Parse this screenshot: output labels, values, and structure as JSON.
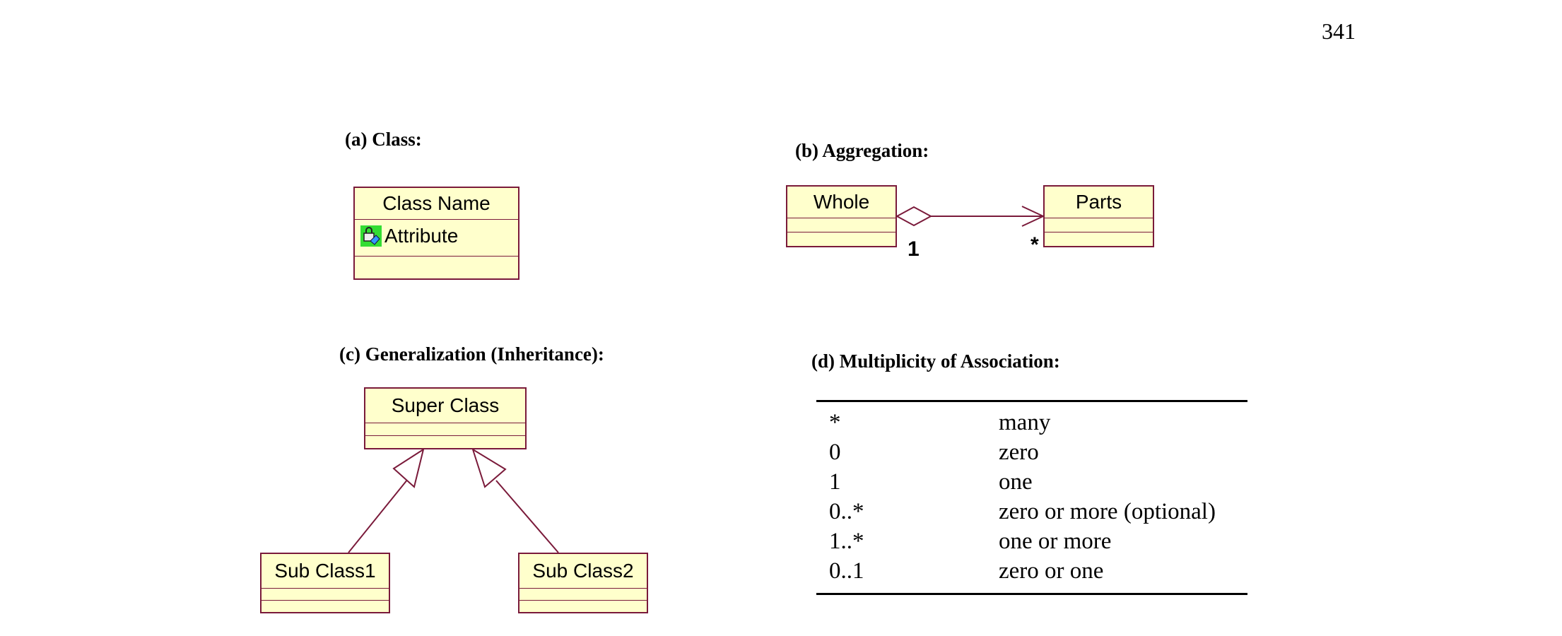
{
  "page_number": "341",
  "sections": {
    "class": {
      "title": "(a) Class:",
      "class_name": "Class Name",
      "attribute": "Attribute",
      "attribute_icon": "private-attribute-lock-icon"
    },
    "aggregation": {
      "title": "(b) Aggregation:",
      "whole": "Whole",
      "parts": "Parts",
      "whole_multiplicity": "1",
      "parts_multiplicity": "*"
    },
    "generalization": {
      "title": "(c) Generalization (Inheritance):",
      "super_class": "Super Class",
      "sub_class_1": "Sub Class1",
      "sub_class_2": "Sub Class2"
    },
    "multiplicity": {
      "title": "(d) Multiplicity of Association:",
      "rows": [
        {
          "symbol": "*",
          "meaning": "many"
        },
        {
          "symbol": "0",
          "meaning": "zero"
        },
        {
          "symbol": "1",
          "meaning": "one"
        },
        {
          "symbol": "0..*",
          "meaning": "zero or more (optional)"
        },
        {
          "symbol": "1..*",
          "meaning": "one or more"
        },
        {
          "symbol": "0..1",
          "meaning": "zero or one"
        }
      ]
    }
  },
  "colors": {
    "class_fill": "#ffffcc",
    "class_border": "#7a1a3a",
    "icon_background": "#33dd33"
  }
}
